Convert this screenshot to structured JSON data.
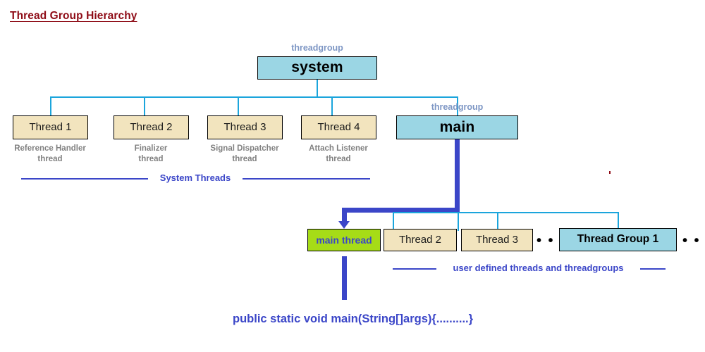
{
  "title": "Thread Group Hierarchy",
  "root": {
    "tg_label": "threadgroup",
    "name": "system"
  },
  "system_threads": [
    {
      "box": "Thread 1",
      "caption": "Reference Handler\nthread"
    },
    {
      "box": "Thread 2",
      "caption": "Finalizer\nthread"
    },
    {
      "box": "Thread 3",
      "caption": "Signal Dispatcher\nthread"
    },
    {
      "box": "Thread 4",
      "caption": "Attach Listener\nthread"
    }
  ],
  "main_group": {
    "tg_label": "threadgroup",
    "name": "main"
  },
  "annotations": {
    "system_threads_rule": "System Threads",
    "user_defined_rule": "user defined threads and threadgroups"
  },
  "user_children": [
    {
      "label": "main thread",
      "kind": "green"
    },
    {
      "label": "Thread 2",
      "kind": "tan"
    },
    {
      "label": "Thread 3",
      "kind": "tan"
    },
    {
      "label": "Thread Group 1",
      "kind": "blue"
    }
  ],
  "ellipsis": "• • •",
  "code": "public static void main(String[]args){..........}",
  "colors": {
    "title": "#8E0B16",
    "threadgroup_box": "#9BD6E4",
    "thread_box": "#F2E4BE",
    "main_thread_box": "#A6DC17",
    "connector_light": "#1BA5DC",
    "connector_thick": "#3B46C8",
    "caption_gray": "#808080",
    "tg_label": "#7D96C4"
  }
}
